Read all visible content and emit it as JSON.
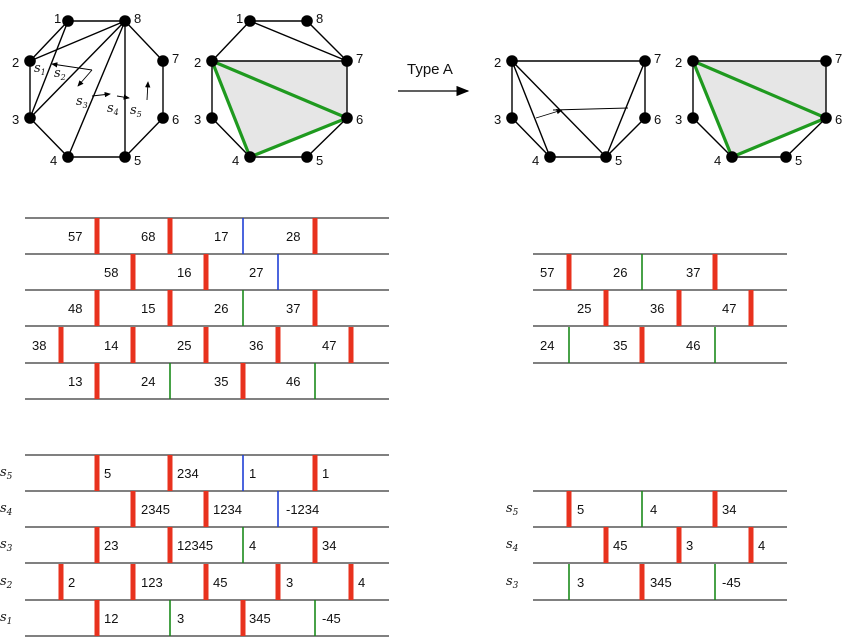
{
  "colors": {
    "red_bar": "#e8321e",
    "blue_bar": "#1f3fd6",
    "green_bar": "#1a8a1a",
    "green_edge": "#1f9a1f",
    "shade": "#e6e6e6",
    "line": "#000000"
  },
  "transition_label": "Type A",
  "graphs": [
    {
      "nodes": [
        {
          "id": "1",
          "label": "1"
        },
        {
          "id": "8",
          "label": "8"
        },
        {
          "id": "7",
          "label": "7"
        },
        {
          "id": "6",
          "label": "6"
        },
        {
          "id": "5",
          "label": "5"
        },
        {
          "id": "4",
          "label": "4"
        },
        {
          "id": "3",
          "label": "3"
        },
        {
          "id": "2",
          "label": "2"
        }
      ],
      "edges": [
        [
          "1",
          "8"
        ],
        [
          "8",
          "7"
        ],
        [
          "7",
          "6"
        ],
        [
          "6",
          "5"
        ],
        [
          "5",
          "4"
        ],
        [
          "4",
          "3"
        ],
        [
          "3",
          "2"
        ],
        [
          "2",
          "1"
        ],
        [
          "1",
          "3"
        ],
        [
          "8",
          "3"
        ],
        [
          "8",
          "4"
        ],
        [
          "8",
          "5"
        ],
        [
          "2",
          "8"
        ]
      ],
      "strand_labels": [
        {
          "sub": "1",
          "text": "s"
        },
        {
          "sub": "2",
          "text": "s"
        },
        {
          "sub": "3",
          "text": "s"
        },
        {
          "sub": "4",
          "text": "s"
        },
        {
          "sub": "5",
          "text": "s"
        }
      ]
    },
    {
      "nodes": [
        {
          "id": "1",
          "label": "1"
        },
        {
          "id": "8",
          "label": "8"
        },
        {
          "id": "7",
          "label": "7"
        },
        {
          "id": "6",
          "label": "6"
        },
        {
          "id": "5",
          "label": "5"
        },
        {
          "id": "4",
          "label": "4"
        },
        {
          "id": "3",
          "label": "3"
        },
        {
          "id": "2",
          "label": "2"
        }
      ],
      "edges": [
        [
          "1",
          "8"
        ],
        [
          "8",
          "7"
        ],
        [
          "7",
          "6"
        ],
        [
          "6",
          "5"
        ],
        [
          "5",
          "4"
        ],
        [
          "4",
          "3"
        ],
        [
          "3",
          "2"
        ],
        [
          "2",
          "1"
        ],
        [
          "1",
          "7"
        ],
        [
          "2",
          "7"
        ]
      ],
      "green_edges": [
        [
          "2",
          "4"
        ],
        [
          "2",
          "6"
        ],
        [
          "4",
          "6"
        ]
      ],
      "shaded": [
        "2",
        "7",
        "6",
        "4"
      ]
    },
    {
      "nodes": [
        {
          "id": "7",
          "label": "7"
        },
        {
          "id": "6",
          "label": "6"
        },
        {
          "id": "5",
          "label": "5"
        },
        {
          "id": "4",
          "label": "4"
        },
        {
          "id": "3",
          "label": "3"
        },
        {
          "id": "2",
          "label": "2"
        }
      ],
      "edges": [
        [
          "2",
          "7"
        ],
        [
          "7",
          "6"
        ],
        [
          "6",
          "5"
        ],
        [
          "5",
          "4"
        ],
        [
          "4",
          "3"
        ],
        [
          "3",
          "2"
        ],
        [
          "2",
          "4"
        ],
        [
          "2",
          "5"
        ],
        [
          "7",
          "5"
        ]
      ]
    },
    {
      "nodes": [
        {
          "id": "7",
          "label": "7"
        },
        {
          "id": "6",
          "label": "6"
        },
        {
          "id": "5",
          "label": "5"
        },
        {
          "id": "4",
          "label": "4"
        },
        {
          "id": "3",
          "label": "3"
        },
        {
          "id": "2",
          "label": "2"
        }
      ],
      "edges": [
        [
          "2",
          "7"
        ],
        [
          "7",
          "6"
        ],
        [
          "6",
          "5"
        ],
        [
          "5",
          "4"
        ],
        [
          "4",
          "3"
        ],
        [
          "3",
          "2"
        ]
      ],
      "green_edges": [
        [
          "2",
          "4"
        ],
        [
          "2",
          "6"
        ],
        [
          "4",
          "6"
        ]
      ],
      "shaded": [
        "2",
        "7",
        "6",
        "4"
      ]
    }
  ],
  "tables": {
    "top_left": [
      [
        {
          "t": "57",
          "b": "red"
        },
        {
          "t": "68",
          "b": "red"
        },
        {
          "t": "17",
          "b": "blue"
        },
        {
          "t": "28",
          "b": "red"
        }
      ],
      [
        {
          "t": "58",
          "b": "red"
        },
        {
          "t": "16",
          "b": "red"
        },
        {
          "t": "27",
          "b": "blue"
        }
      ],
      [
        {
          "t": "48",
          "b": "red"
        },
        {
          "t": "15",
          "b": "red"
        },
        {
          "t": "26",
          "b": "green"
        },
        {
          "t": "37",
          "b": "red"
        }
      ],
      [
        {
          "t": "38",
          "b": "red"
        },
        {
          "t": "14",
          "b": "red"
        },
        {
          "t": "25",
          "b": "red"
        },
        {
          "t": "36",
          "b": "red"
        },
        {
          "t": "47",
          "b": "red"
        }
      ],
      [
        {
          "t": "13",
          "b": "red"
        },
        {
          "t": "24",
          "b": "green"
        },
        {
          "t": "35",
          "b": "red"
        },
        {
          "t": "46",
          "b": "green"
        }
      ]
    ],
    "top_right": [
      [
        {
          "t": "57",
          "b": "red"
        },
        {
          "t": "26",
          "b": "green"
        },
        {
          "t": "37",
          "b": "red"
        }
      ],
      [
        {
          "t": "25",
          "b": "red"
        },
        {
          "t": "36",
          "b": "red"
        },
        {
          "t": "47",
          "b": "red"
        }
      ],
      [
        {
          "t": "24",
          "b": "green"
        },
        {
          "t": "35",
          "b": "red"
        },
        {
          "t": "46",
          "b": "green"
        }
      ]
    ],
    "bottom_left": {
      "row_labels": [
        {
          "sub": "5",
          "text": "s"
        },
        {
          "sub": "4",
          "text": "s"
        },
        {
          "sub": "3",
          "text": "s"
        },
        {
          "sub": "2",
          "text": "s"
        },
        {
          "sub": "1",
          "text": "s"
        }
      ],
      "rows": [
        [
          {
            "t": "5",
            "b": "red"
          },
          {
            "t": "234",
            "b": "red"
          },
          {
            "t": "1",
            "b": "blue"
          },
          {
            "t": "1",
            "b": "red"
          }
        ],
        [
          {
            "t": "2345",
            "b": "red"
          },
          {
            "t": "1234",
            "b": "red"
          },
          {
            "t": "-1234",
            "b": "blue"
          }
        ],
        [
          {
            "t": "23",
            "b": "red"
          },
          {
            "t": "12345",
            "b": "red"
          },
          {
            "t": "4",
            "b": "green"
          },
          {
            "t": "34",
            "b": "red"
          }
        ],
        [
          {
            "t": "2",
            "b": "red"
          },
          {
            "t": "123",
            "b": "red"
          },
          {
            "t": "45",
            "b": "red"
          },
          {
            "t": "3",
            "b": "red"
          },
          {
            "t": "4",
            "b": "red"
          }
        ],
        [
          {
            "t": "12",
            "b": "red"
          },
          {
            "t": "3",
            "b": "green"
          },
          {
            "t": "345",
            "b": "red"
          },
          {
            "t": "-45",
            "b": "green"
          }
        ]
      ]
    },
    "bottom_right": {
      "row_labels": [
        {
          "sub": "5",
          "text": "s"
        },
        {
          "sub": "4",
          "text": "s"
        },
        {
          "sub": "3",
          "text": "s"
        }
      ],
      "rows": [
        [
          {
            "t": "5",
            "b": "red"
          },
          {
            "t": "4",
            "b": "green"
          },
          {
            "t": "34",
            "b": "red"
          }
        ],
        [
          {
            "t": "45",
            "b": "red"
          },
          {
            "t": "3",
            "b": "red"
          },
          {
            "t": "4",
            "b": "red"
          }
        ],
        [
          {
            "t": "3",
            "b": "green"
          },
          {
            "t": "345",
            "b": "red"
          },
          {
            "t": "-45",
            "b": "green"
          }
        ]
      ]
    }
  }
}
